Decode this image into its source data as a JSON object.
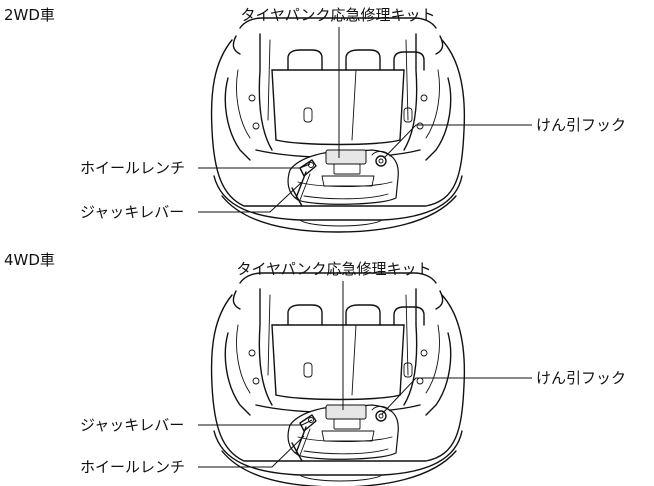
{
  "sections": [
    {
      "title": "2WD車",
      "callouts": {
        "repair_kit": "タイヤパンク応急修理キット",
        "tow_hook": "けん引フック",
        "left_upper": "ホイールレンチ",
        "left_lower": "ジャッキレバー"
      }
    },
    {
      "title": "4WD車",
      "callouts": {
        "repair_kit": "タイヤパンク応急修理キット",
        "tow_hook": "けん引フック",
        "left_upper": "ジャッキレバー",
        "left_lower": "ホイールレンチ"
      }
    }
  ]
}
